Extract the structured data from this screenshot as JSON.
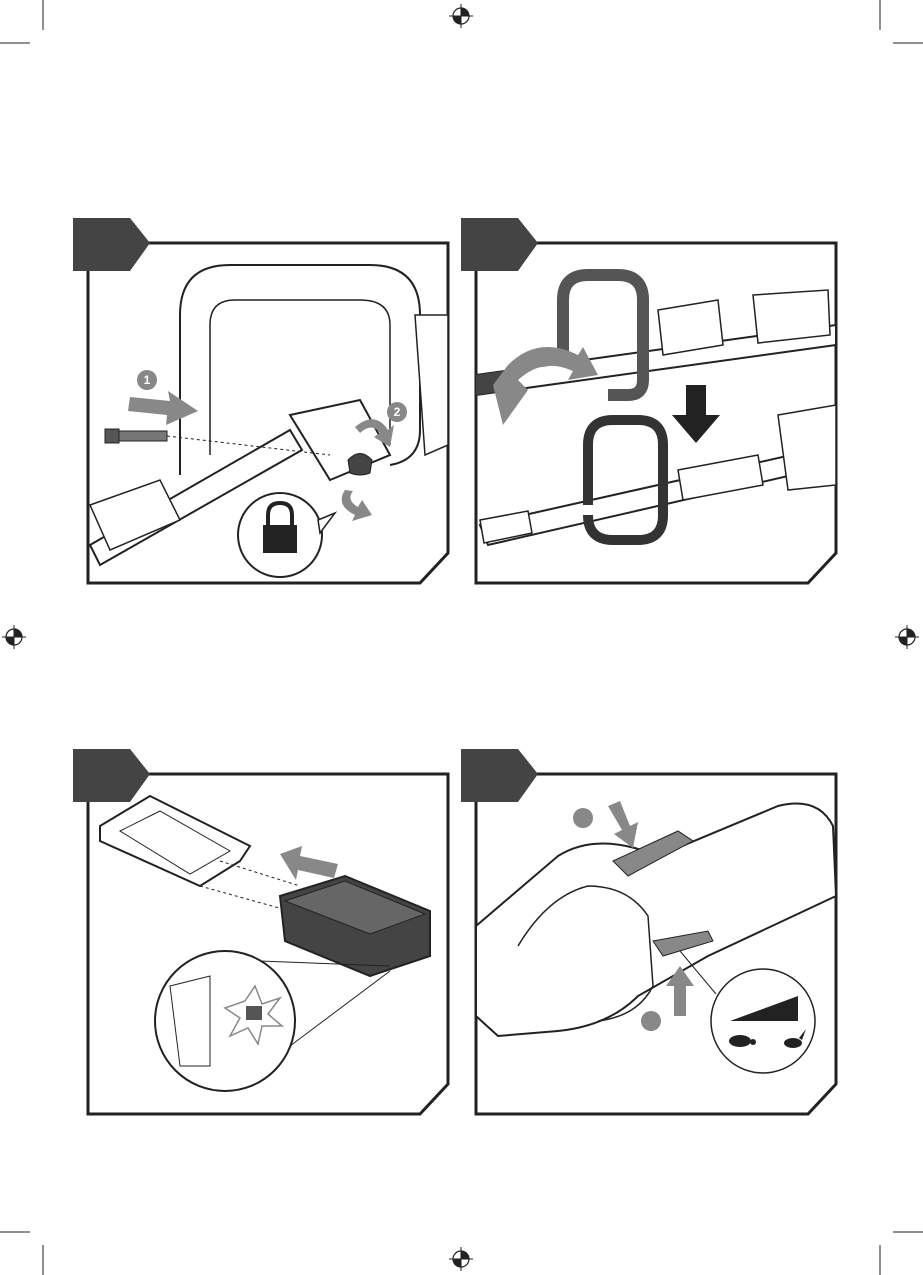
{
  "page": {
    "background": "#ffffff",
    "line_color": "#222222",
    "tab_color": "#444444"
  },
  "panels": [
    {
      "id": "assemble-handle",
      "steps": [
        "1",
        "2"
      ],
      "icons": [
        "bolt-icon",
        "lock-icon",
        "wing-nut-icon",
        "rotate-arrow-icon"
      ]
    },
    {
      "id": "rotate-handle",
      "steps": [],
      "icons": [
        "rotate-arrow-icon",
        "down-arrow-icon"
      ]
    },
    {
      "id": "insert-battery",
      "steps": [],
      "icons": [
        "battery-icon",
        "slide-arrow-icon",
        "click-burst-icon"
      ]
    },
    {
      "id": "trigger-speed",
      "steps": [],
      "icons": [
        "press-arrow-icon",
        "squeeze-arrow-icon",
        "turtle-icon",
        "rabbit-icon",
        "speed-ramp-icon"
      ]
    }
  ]
}
